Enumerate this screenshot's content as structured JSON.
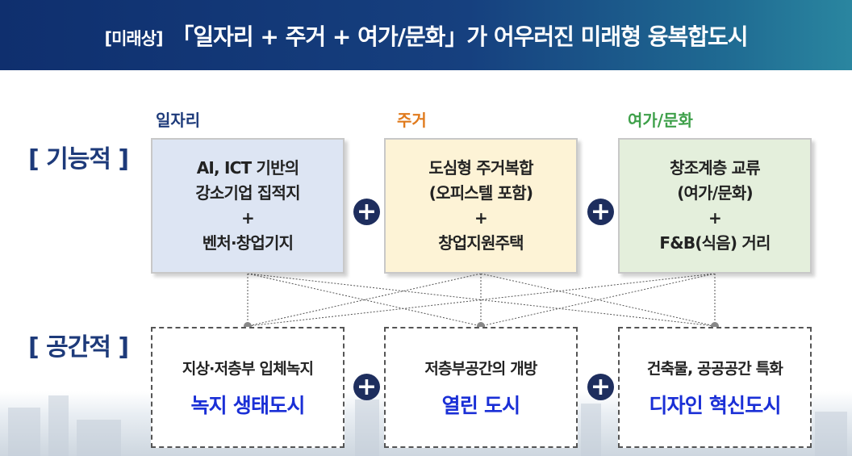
{
  "banner": {
    "prefix": "[미래상]",
    "title": "「일자리 + 주거 + 여가/문화」가 어우러진 미래형 융복합도시"
  },
  "rows": {
    "functional": "[ 기능적 ]",
    "spatial": "[ 공간적 ]"
  },
  "categories": [
    {
      "label": "일자리",
      "color": "#1d3a7a"
    },
    {
      "label": "주거",
      "color": "#e07a1c"
    },
    {
      "label": "여가/문화",
      "color": "#3ea04a"
    }
  ],
  "functional_boxes": [
    {
      "lines": [
        "AI, ICT 기반의",
        "강소기업 집적지",
        "+",
        "벤처·창업기지"
      ],
      "bg": "#dde5f3"
    },
    {
      "lines": [
        "도심형 주거복합",
        "(오피스텔 포함)",
        "+",
        "창업지원주택"
      ],
      "bg": "#fdf3d6"
    },
    {
      "lines": [
        "창조계층 교류",
        "(여가/문화)",
        "+",
        "F&B(식음) 거리"
      ],
      "bg": "#e4efdc"
    }
  ],
  "spatial_boxes": [
    {
      "desc": "지상·저층부 입체녹지",
      "title": "녹지 생태도시"
    },
    {
      "desc": "저층부공간의 개방",
      "title": "열린 도시"
    },
    {
      "desc": "건축물, 공공공간 특화",
      "title": "디자인 혁신도시"
    }
  ],
  "plus_symbol": "+"
}
